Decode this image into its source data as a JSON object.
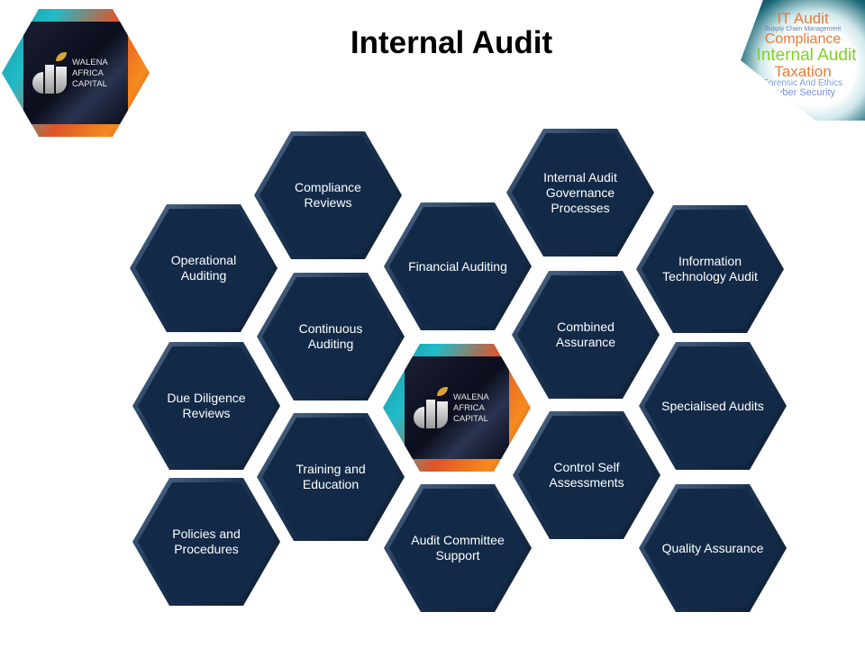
{
  "slide": {
    "title": "Internal Audit",
    "logo": {
      "brand_lines": [
        "WALENA",
        "AFRICA",
        "CAPITAL"
      ]
    },
    "word_cloud": [
      "IT Audit",
      "Supply Chain Management",
      "Compliance",
      "Internal Audit",
      "Taxation",
      "Forensic And Ethics",
      "Cyber Security"
    ],
    "hexagons": [
      {
        "label": "Compliance Reviews"
      },
      {
        "label": "Operational Auditing"
      },
      {
        "label": "Financial Auditing"
      },
      {
        "label": "Internal Audit Governance Processes"
      },
      {
        "label": "Information Technology Audit"
      },
      {
        "label": "Continuous Auditing"
      },
      {
        "label": "Combined Assurance"
      },
      {
        "label": "Due Diligence Reviews"
      },
      {
        "label": "Specialised Audits"
      },
      {
        "label": "Training and Education"
      },
      {
        "label": "Control Self Assessments"
      },
      {
        "label": "Policies and Procedures"
      },
      {
        "label": "Audit Committee Support"
      },
      {
        "label": "Quality Assurance"
      }
    ],
    "colors": {
      "hex_fill": "#122a47",
      "text": "#ffffff"
    }
  }
}
